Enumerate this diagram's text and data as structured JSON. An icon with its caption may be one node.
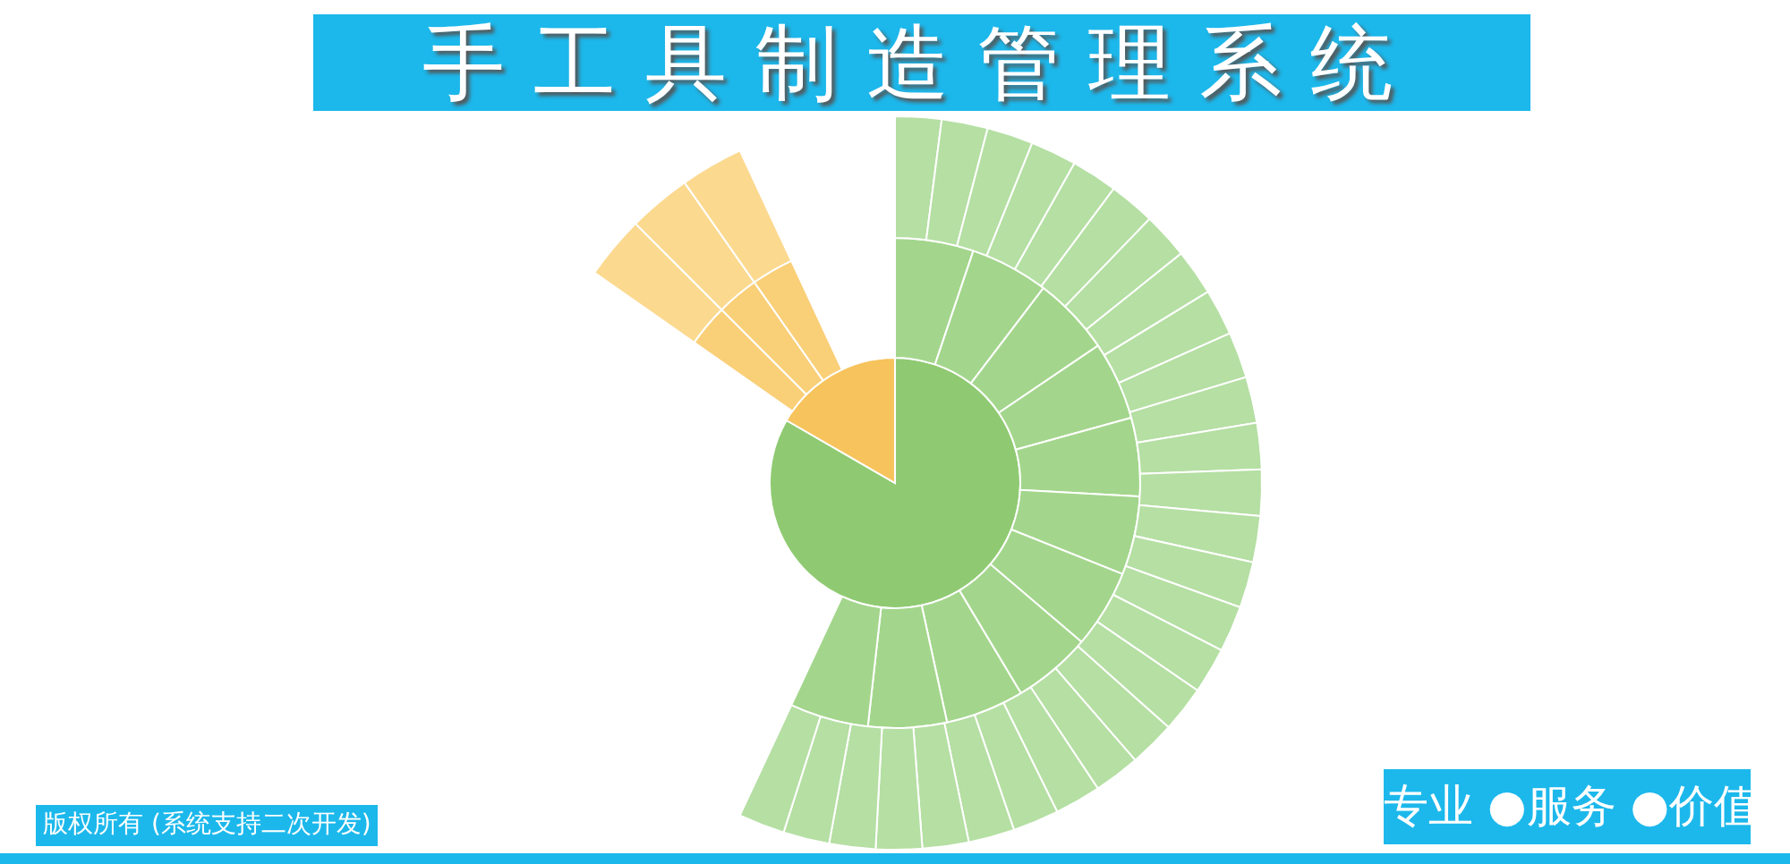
{
  "diagram": {
    "title": "手工具制造管理系统",
    "labels": [
      "版权所有 (系统支持二次开发)",
      "专业 ●服务 ●价值"
    ]
  }
}
